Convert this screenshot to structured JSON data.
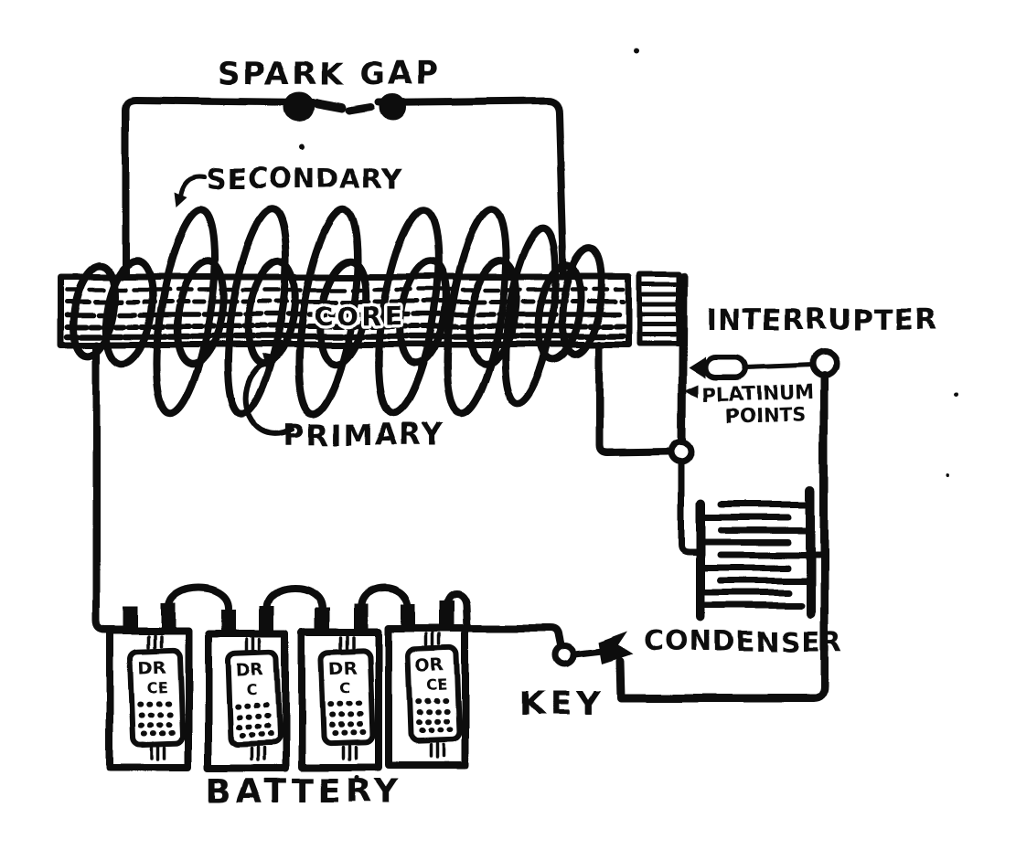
{
  "figure_type": "hand-drawn induction coil circuit diagram",
  "colors": {
    "ink": "#0a0a0a",
    "paper": "#ffffff"
  },
  "components": {
    "spark_gap": {
      "label": "SPARK GAP"
    },
    "secondary_coil": {
      "label": "SECONDARY"
    },
    "core": {
      "label": "CORE"
    },
    "primary_coil": {
      "label": "PRIMARY"
    },
    "interrupter": {
      "label": "INTERRUPTER",
      "sublabel_line1": "PLATINUM",
      "sublabel_line2": "POINTS"
    },
    "condenser": {
      "label": "CONDENSER"
    },
    "key": {
      "label": "KEY"
    },
    "battery": {
      "label": "BATTERY",
      "cells": [
        {
          "brand_line1": "DR",
          "brand_line2": "CE"
        },
        {
          "brand_line1": "DR",
          "brand_line2": "C"
        },
        {
          "brand_line1": "DR",
          "brand_line2": "C"
        },
        {
          "brand_line1": "OR",
          "brand_line2": "CE"
        }
      ]
    }
  }
}
